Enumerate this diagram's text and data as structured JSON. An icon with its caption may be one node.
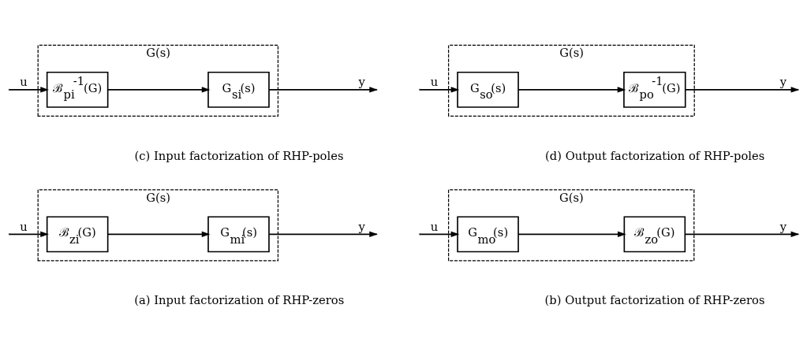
{
  "diagram": {
    "nodes": [
      {
        "text": [
          "G(s)"
        ]
      },
      {
        "text": [
          "ℬ$_{zi}$(G)"
        ],
        "in": 0
      },
      {
        "text": [
          "G$_{mi}$(s)"
        ],
        "in": 0
      },
      {
        "text": [
          "G(s)"
        ]
      },
      {
        "text": [
          "G$_{mo}$(s)"
        ],
        "in": 3
      },
      {
        "text": [
          "ℬ$_{zo}$(G)"
        ],
        "in": 3
      },
      {
        "text": [
          "G(s)"
        ]
      },
      {
        "text": [
          "ℬ$_{pi}$$^{-1}$(G)"
        ],
        "in": 6
      },
      {
        "text": [
          "G$_{si}$(s)"
        ],
        "in": 6
      },
      {
        "text": [
          "G(s)"
        ]
      },
      {
        "text": [
          "G$_{so}$(s)"
        ],
        "in": 9
      },
      {
        "text": [
          "ℬ$_{po}$$^{-1}$(G)"
        ],
        "in": 9
      }
    ],
    "edges": [
      {
        "from": null,
        "to": 1,
        "arrow": "to",
        "label": "u"
      },
      {
        "from": 1,
        "to": 2,
        "arrow": "to"
      },
      {
        "from": 2,
        "to": null,
        "arrow": "to",
        "label": "y"
      },
      {
        "from": null,
        "to": 4,
        "arrow": "to",
        "label": "u"
      },
      {
        "from": 4,
        "to": 5,
        "arrow": "to"
      },
      {
        "from": 5,
        "to": null,
        "arrow": "to",
        "label": "y"
      },
      {
        "from": null,
        "to": 7,
        "arrow": "to",
        "label": "u"
      },
      {
        "from": 7,
        "to": 8,
        "arrow": "to"
      },
      {
        "from": 8,
        "to": null,
        "arrow": "to",
        "label": "y"
      },
      {
        "from": null,
        "to": 10,
        "arrow": "to",
        "label": "u"
      },
      {
        "from": 10,
        "to": 11,
        "arrow": "to"
      },
      {
        "from": 11,
        "to": null,
        "arrow": "to",
        "label": "y"
      }
    ],
    "labels": [
      "(a) Input factorization of RHP-zeros",
      "(b) Output factorization of RHP-zeros",
      "(c) Input factorization of RHP-poles",
      "(d) Output factorization of RHP-poles"
    ]
  }
}
